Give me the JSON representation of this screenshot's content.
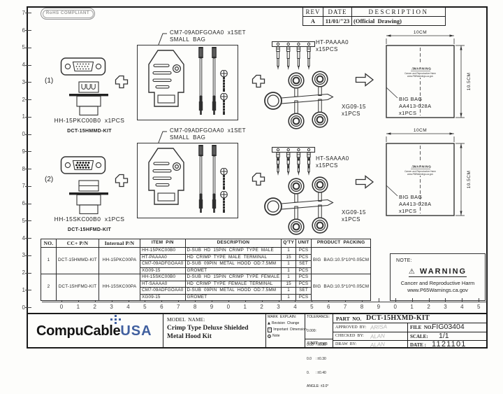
{
  "rohs_badge": "RoHS COMPLIANT",
  "rev_table": {
    "headers": [
      "REV",
      "DATE",
      "DESCRIPTION"
    ],
    "rev": "A",
    "date": "11/01/\"23",
    "description": "(Official  Drawing)"
  },
  "rulers": {
    "left": [
      "7",
      "6",
      "5",
      "4",
      "3",
      "2",
      "1",
      "0",
      "9",
      "8",
      "7",
      "6",
      "5",
      "4",
      "3",
      "2",
      "1",
      "0"
    ],
    "bottom": [
      "0",
      "1",
      "2",
      "3",
      "4",
      "5",
      "6",
      "7",
      "8",
      "9",
      "0",
      "1",
      "2",
      "3",
      "4",
      "5",
      "6",
      "7",
      "8",
      "9",
      "0",
      "1",
      "2",
      "3",
      "4",
      "5"
    ]
  },
  "assemblies": [
    {
      "index": "(1)",
      "connector_pn": "HH-15PKC00B0  x1PCS",
      "kit_name": "DCT-15HMMD-KIT",
      "bag_line1": "CM7-09ADFGOAA0  x1SET",
      "bag_line2": "SMALL  BAG",
      "terminal_pn": "HT-PAAAA0",
      "terminal_qty": "x15PCS",
      "grommet_pn": "XG09-15",
      "grommet_qty": "x1PCS",
      "bigbag": {
        "top_dim": "10CM",
        "side_dim": "10.5CM",
        "label_line1": "BIG  BAG",
        "label_line2": "AA413-028A",
        "label_line3": "x1PCS",
        "warning_icon": "⚠",
        "warning_title": "WARNING",
        "warning_line1": "Cancer and Reproductive Harm",
        "warning_line2": "www.P65Warnings.ca.gov"
      }
    },
    {
      "index": "(2)",
      "connector_pn": "HH-15SKC00B0  x1PCS",
      "kit_name": "DCT-15HFMD-KIT",
      "bag_line1": "CM7-09ADFGOAA0  x1SET",
      "bag_line2": "SMALL  BAG",
      "terminal_pn": "HT-SAAAA0",
      "terminal_qty": "x15PCS",
      "grommet_pn": "XG09-15",
      "grommet_qty": "x1PCS",
      "bigbag": {
        "top_dim": "10CM",
        "side_dim": "10.5CM",
        "label_line1": "BIG  BAG",
        "label_line2": "AA413-028A",
        "label_line3": "x1PCS",
        "warning_icon": "⚠",
        "warning_title": "WARNING",
        "warning_line1": "Cancer and Reproductive Harm",
        "warning_line2": "www.P65Warnings.ca.gov"
      }
    }
  ],
  "parts_table": {
    "headers": [
      "NO.",
      "CC+ P/N",
      "Internal P/N",
      "ITEM  P/N",
      "DESCRIPTION",
      "Q'TY",
      "UNIT",
      "PRODUCT  PACKING"
    ],
    "groups": [
      {
        "no": "1",
        "cc_pn": "DCT-15HMMD-KIT",
        "internal_pn": "HH-15PKC00PA",
        "packing": "BIG  BAG:10.5*10*0.05CM",
        "items": [
          {
            "pn": "HH-15PKC00B0",
            "desc": "D-SUB  HD  15PIN  CRIMP  TYPE  MALE",
            "qty": "1",
            "unit": "PCS"
          },
          {
            "pn": "HT-PAAAA0",
            "desc": "HD  CRIMP  TYPE  MALE  TERMINAL",
            "qty": "15",
            "unit": "PCS"
          },
          {
            "pn": "CM7-09ADFGOAA0",
            "desc": "D-SUB  09PIN  METAL  HOOD  OD:7.5MM",
            "qty": "1",
            "unit": "SET"
          },
          {
            "pn": "XG09-15",
            "desc": "GROMET",
            "qty": "1",
            "unit": "PCS"
          }
        ]
      },
      {
        "no": "2",
        "cc_pn": "DCT-15HFMD-KIT",
        "internal_pn": "HH-15SKC00PA",
        "packing": "BIG  BAG:10.5*10*0.05CM",
        "items": [
          {
            "pn": "HH-15SKC00B0",
            "desc": "D-SUB  HD  15PIN  CRIMP  TYPE  FEMALE",
            "qty": "1",
            "unit": "PCS"
          },
          {
            "pn": "HT-SAAAA0",
            "desc": "HD  CRIMP  TYPE  FEMALE  TERMINAL",
            "qty": "15",
            "unit": "PCS"
          },
          {
            "pn": "CM7-09ADFGOAA0",
            "desc": "D-SUB  09PIN  METAL  HOOD  OD:7.5MM",
            "qty": "1",
            "unit": "SET"
          },
          {
            "pn": "XG09-15",
            "desc": "GROMET",
            "qty": "1",
            "unit": "PCS"
          }
        ]
      }
    ]
  },
  "note_box": {
    "label": "NOTE:",
    "warning_icon": "⚠",
    "warning_title": "WARNING",
    "warning_line1": "Cancer and Reproductive Harm",
    "warning_line2": "www.P65Warnings.ca.gov"
  },
  "title_block": {
    "logo_part1": "CompuCable",
    "logo_part2": "USA",
    "model_name_label": "MODEL  NAME:",
    "model_name": "Crimp Type Deluxe Shielded Metal Hood Kit",
    "mark_explain_label": "MARK  EXPLAIN:",
    "mark_items": [
      {
        "icon": "▲",
        "label": "Revision  Change"
      },
      {
        "icon": "1",
        "label": "Important  Dimension"
      },
      {
        "icon": "1",
        "label": "Note"
      }
    ],
    "tolerance_label": "TOLERANCE:",
    "tolerance_lines": [
      "0.000:",
      "0.00  : ±0.20",
      "0.0    : ±0.30",
      "0.      : ±0.40",
      "ANGLE: ±3.0°"
    ],
    "unit_label": "UNIT:",
    "unit_value": "mm",
    "part_no_label": "PART  NO.",
    "part_no": "DCT-15HXMD-KIT",
    "approved_label": "APPROVED  BY:",
    "approved_by": "ARISA",
    "checked_label": "CHECKED  BY:",
    "checked_by": "ALAN",
    "draw_label": "DRAW  BY:",
    "draw_by": "ALAN",
    "file_no_label": "FILE  NO.",
    "file_no": "FIG03404",
    "scale_label": "SCALE:",
    "scale": "1/1",
    "date_label": "DATE :",
    "date": "1121101"
  }
}
